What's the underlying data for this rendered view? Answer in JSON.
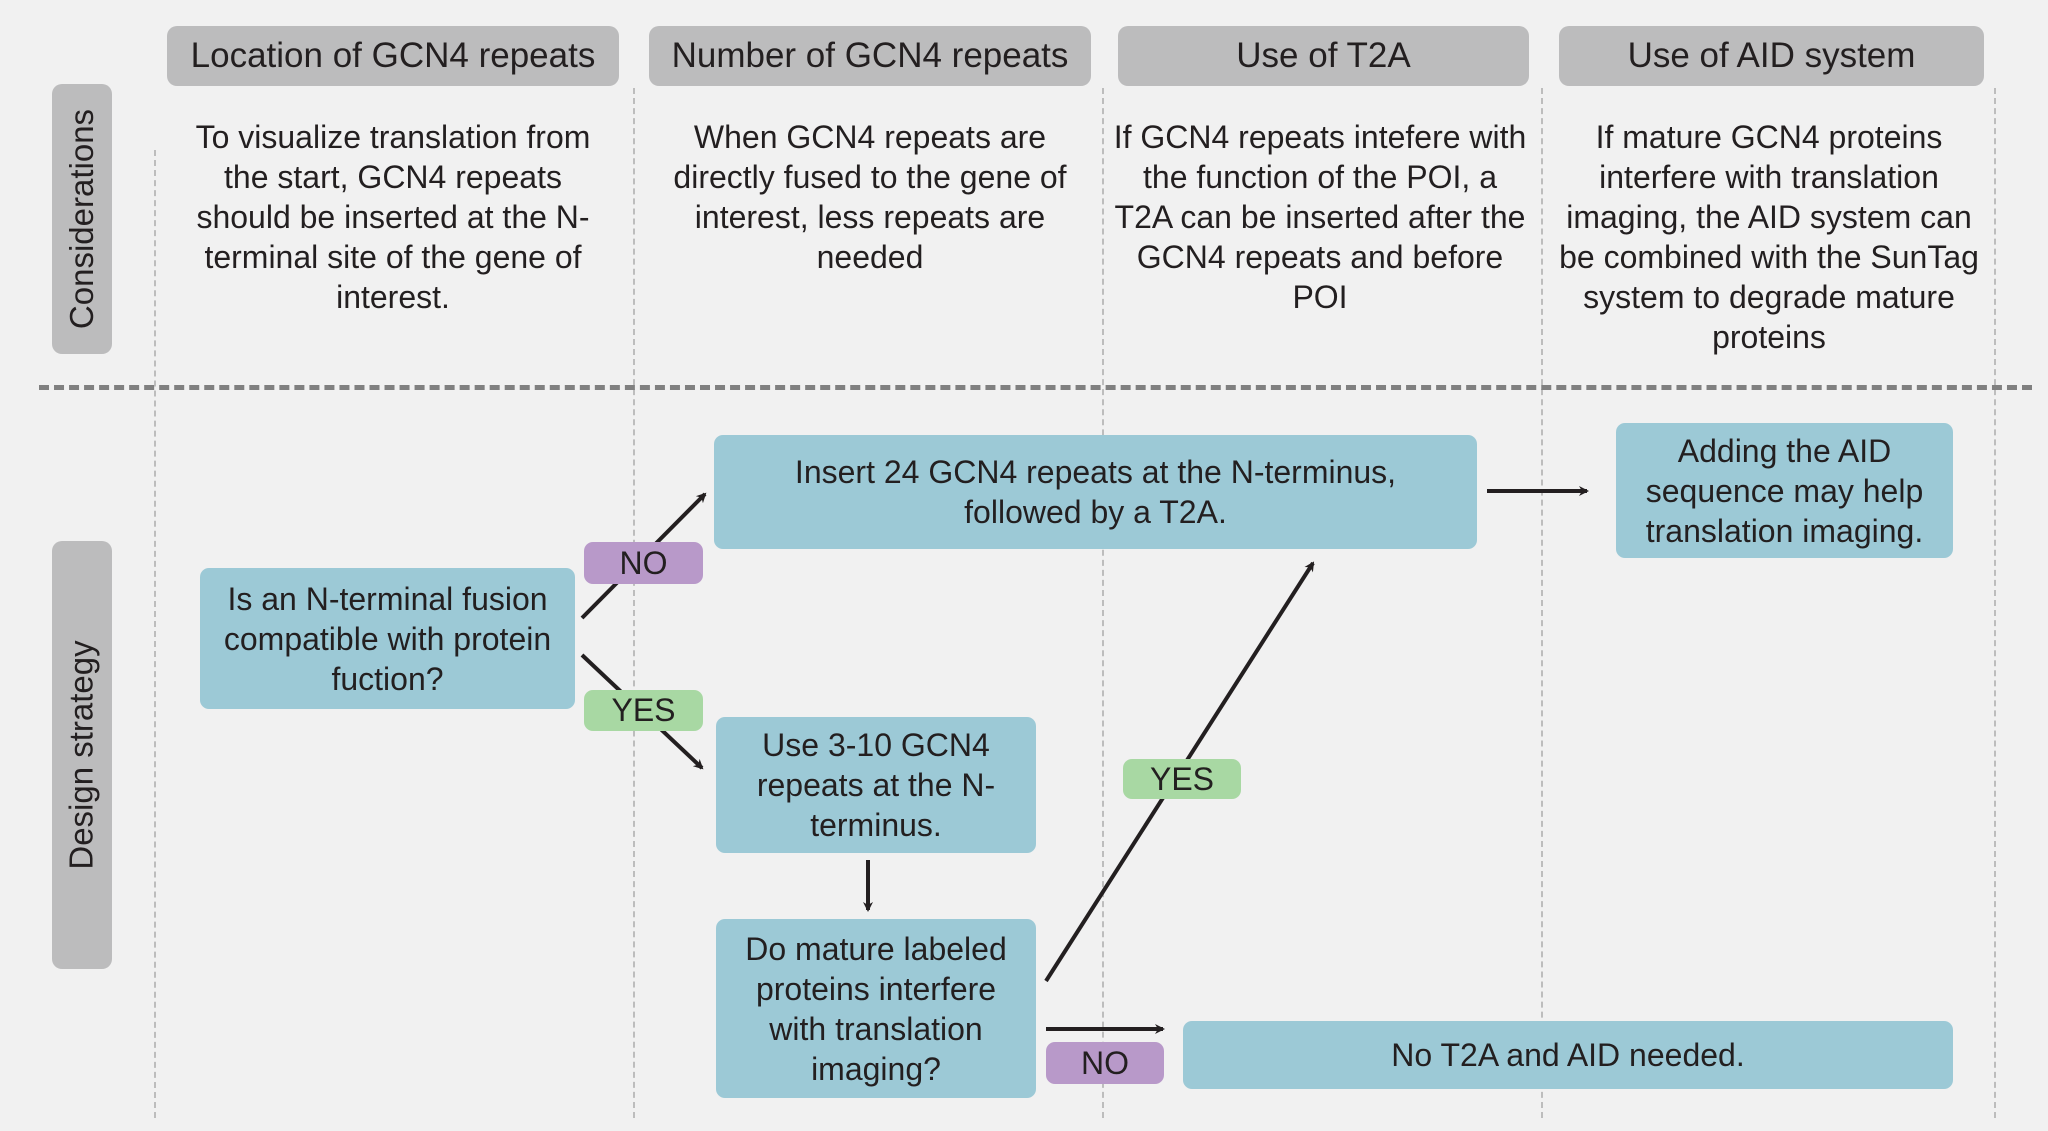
{
  "headers": [
    "Location of GCN4 repeats",
    "Number of GCN4 repeats",
    "Use of T2A",
    "Use of AID system"
  ],
  "row_labels": {
    "considerations": "Considerations",
    "design": "Design strategy"
  },
  "considerations": [
    "To visualize translation from the start, GCN4 repeats should be inserted at the N-terminal site of the gene of interest.",
    "When GCN4 repeats are directly fused to the gene of interest, less repeats are needed",
    "If GCN4 repeats intefere with the function of the POI, a T2A can be inserted after the GCN4 repeats and before POI",
    "If mature GCN4 proteins interfere with translation imaging, the AID system can be combined with the SunTag system to degrade mature proteins"
  ],
  "nodes": {
    "q_nterminal": "Is an N-terminal fusion compatible with protein fuction?",
    "insert24": "Insert 24 GCN4 repeats at the N-terminus, followed by a T2A.",
    "aid": "Adding the AID sequence may help translation imaging.",
    "use3_10": "Use 3-10 GCN4 repeats at the N-terminus.",
    "q_mature": "Do mature labeled proteins interfere with translation imaging?",
    "no_t2a": "No T2A and AID needed."
  },
  "badges": {
    "no1": "NO",
    "yes1": "YES",
    "yes2": "YES",
    "no2": "NO"
  },
  "colors": {
    "decision_box": "#9cc9d6",
    "no_badge": "#b899c9",
    "yes_badge": "#a8d8a3",
    "header": "#bcbcbd"
  }
}
